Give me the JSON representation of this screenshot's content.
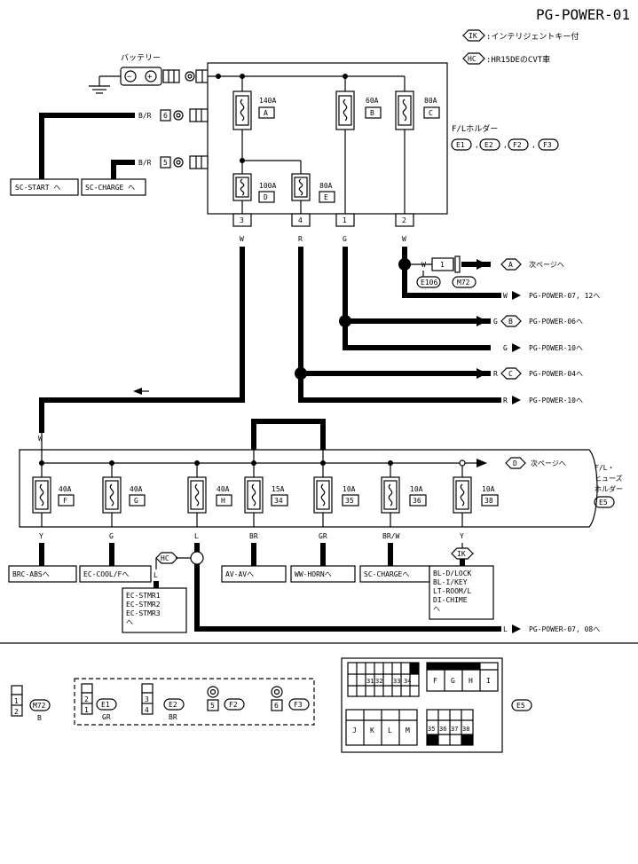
{
  "page_title": "PG-POWER-01",
  "legend": [
    {
      "badge": "IK",
      "text": ":インテリジェントキー付"
    },
    {
      "badge": "HC",
      "text": ":HR15DEのCVT車"
    }
  ],
  "battery": {
    "label": "バッテリー",
    "minus": "−",
    "plus": "+"
  },
  "fl_holder": {
    "label": "F/Lホルダー",
    "connectors": [
      "E1",
      "E2",
      "F2",
      "F3"
    ],
    "sep1": ",",
    "sep2": ",",
    "sep3": ","
  },
  "fuses_top": [
    {
      "amp": "140A",
      "id": "A"
    },
    {
      "amp": "60A",
      "id": "B"
    },
    {
      "amp": "80A",
      "id": "C"
    },
    {
      "amp": "100A",
      "id": "D"
    },
    {
      "amp": "80A",
      "id": "E"
    }
  ],
  "top_pins": [
    "3",
    "4",
    "1",
    "2"
  ],
  "top_wires": [
    "W",
    "R",
    "G",
    "W"
  ],
  "terminals": [
    {
      "wire": "B/R",
      "pin": "6",
      "dest": "SC-START へ"
    },
    {
      "wire": "B/R",
      "pin": "5",
      "dest": "SC-CHARGE へ"
    }
  ],
  "joint": {
    "pin": "1",
    "wire_in": "W",
    "wire_out": "W",
    "conn1": "E106",
    "conn2": "M72"
  },
  "outputs": [
    {
      "wire": "W",
      "badge": "A",
      "dest": "次ページへ"
    },
    {
      "wire": "W",
      "badge": "",
      "dest": "PG-POWER-07, 12へ"
    },
    {
      "wire": "G",
      "badge": "B",
      "dest": "PG-POWER-06へ"
    },
    {
      "wire": "G",
      "badge": "",
      "dest": "PG-POWER-10へ"
    },
    {
      "wire": "R",
      "badge": "C",
      "dest": "PG-POWER-04へ"
    },
    {
      "wire": "R",
      "badge": "",
      "dest": "PG-POWER-10へ"
    }
  ],
  "lower_holder": {
    "label1": "F/L・",
    "label2": "ヒューズ",
    "label3": "ホルダー",
    "connector": "E5"
  },
  "lower_in_wires": [
    "W",
    "R",
    "R"
  ],
  "next_page": {
    "badge": "D",
    "dest": "次ページへ"
  },
  "fuses_bottom": [
    {
      "amp": "40A",
      "id": "F",
      "wire": "Y",
      "dest": "BRC-ABSへ"
    },
    {
      "amp": "40A",
      "id": "G",
      "wire": "G",
      "dest": "EC-COOL/Fへ"
    },
    {
      "amp": "40A",
      "id": "H",
      "wire": "L",
      "dest": ""
    },
    {
      "amp": "15A",
      "id": "34",
      "wire": "BR",
      "dest": "AV-AVへ"
    },
    {
      "amp": "10A",
      "id": "35",
      "wire": "GR",
      "dest": "WW-HORNへ"
    },
    {
      "amp": "10A",
      "id": "36",
      "wire": "BR/W",
      "dest": "SC-CHARGEへ"
    },
    {
      "amp": "10A",
      "id": "38",
      "wire": "Y",
      "dest": ""
    }
  ],
  "hc_branch": {
    "badge": "HC",
    "wire": "L",
    "dests": [
      "EC-STMR1",
      "EC-STMR2",
      "EC-STMR3",
      "へ"
    ]
  },
  "ik_branch": {
    "badge": "IK",
    "dests": [
      "BL-D/LOCK",
      "BL-I/KEY",
      "LT-ROOM/L",
      "DI-CHIME",
      "へ"
    ]
  },
  "l_out": {
    "wire": "L",
    "dest": "PG-POWER-07, 08へ"
  },
  "connectors": {
    "m72": {
      "pins": [
        "1",
        "2"
      ],
      "name": "M72",
      "color": "B"
    },
    "e1": {
      "pins": [
        "2",
        "1"
      ],
      "name": "E1",
      "color": "GR"
    },
    "e2": {
      "pins": [
        "3",
        "4"
      ],
      "name": "E2",
      "color": "BR"
    },
    "f2": {
      "pin": "5",
      "name": "F2"
    },
    "f3": {
      "pin": "6",
      "name": "F3"
    },
    "e5": {
      "name": "E5",
      "row1": [
        "31",
        "32",
        "33",
        "34"
      ],
      "row2": [
        "F",
        "G",
        "H",
        "I"
      ],
      "row3": [
        "J",
        "K",
        "L",
        "M"
      ],
      "row4": [
        "35",
        "36",
        "37",
        "38"
      ]
    }
  }
}
